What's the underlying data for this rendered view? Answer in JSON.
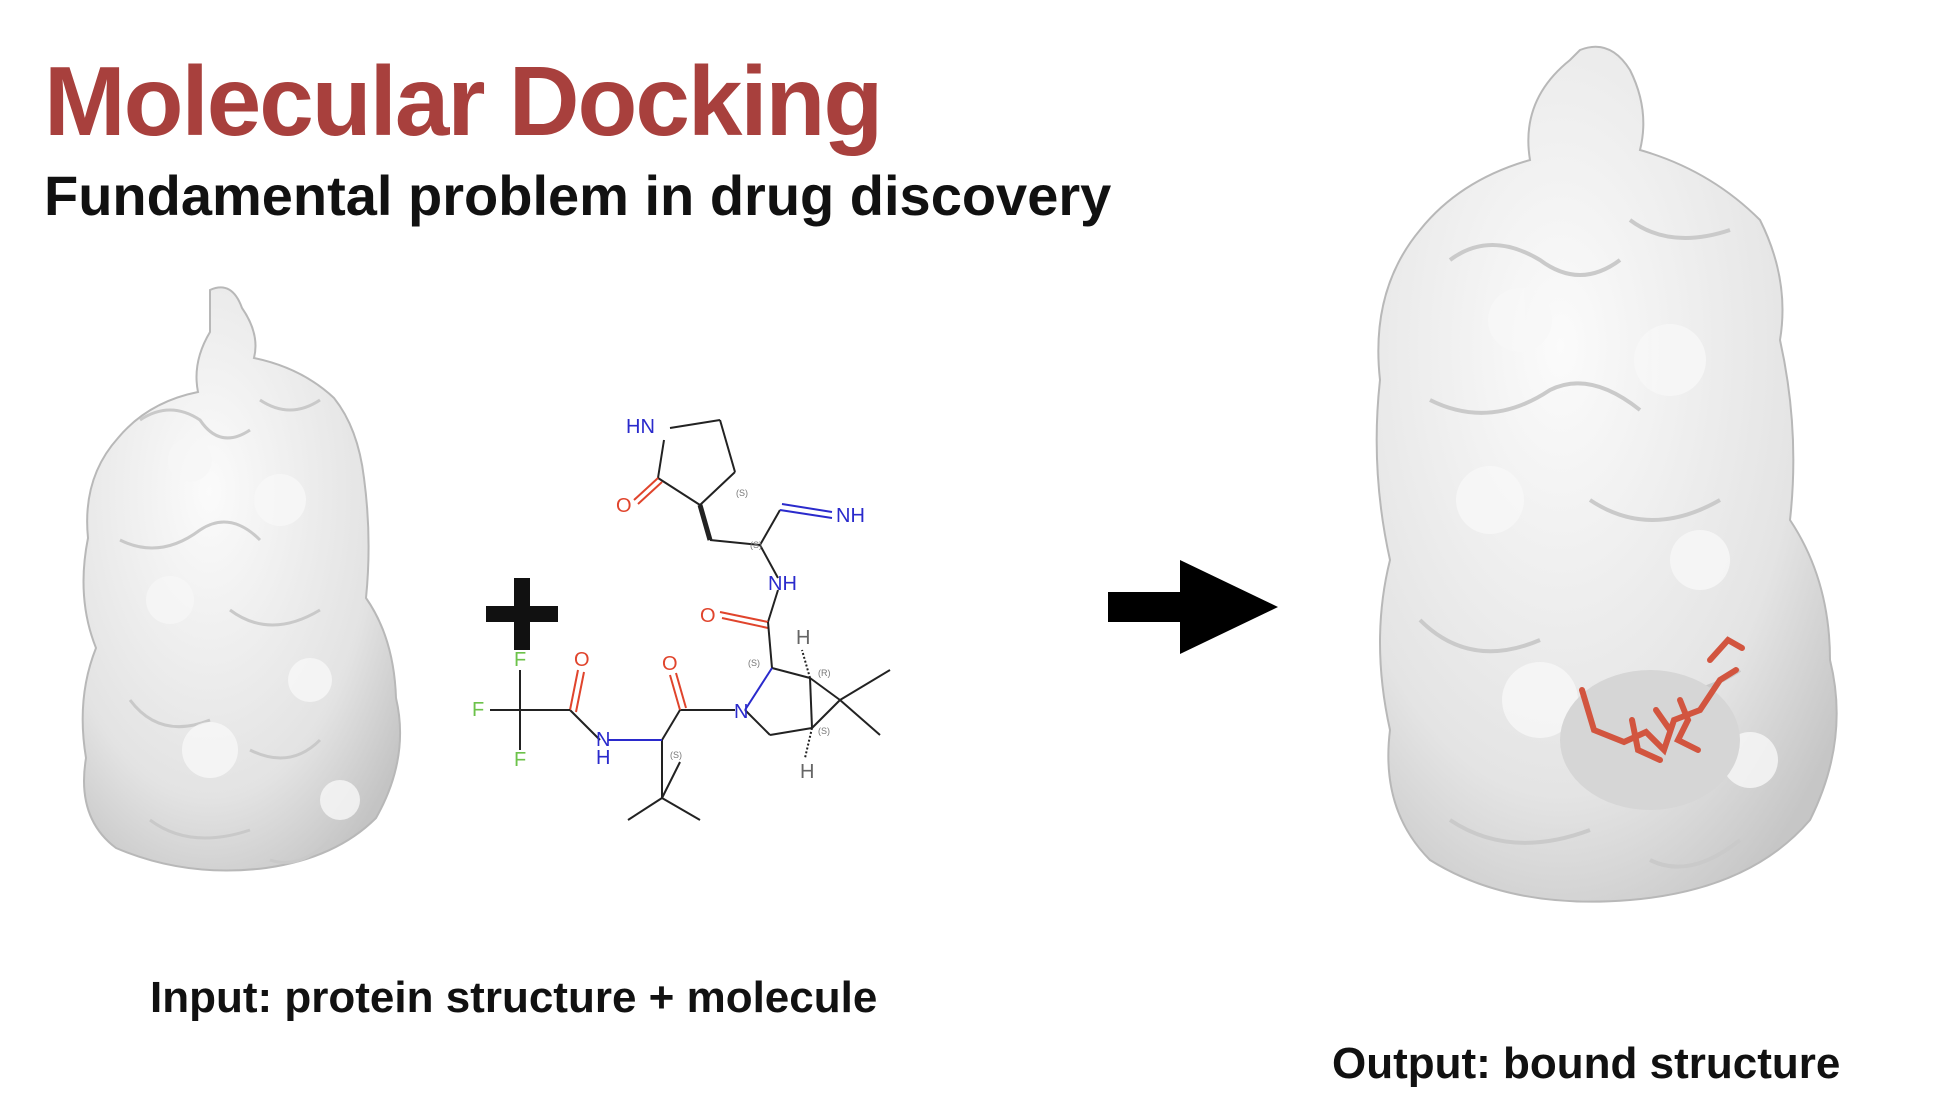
{
  "heading": {
    "title": "Molecular Docking",
    "subtitle": "Fundamental problem in drug discovery"
  },
  "captions": {
    "input": "Input: protein structure + molecule",
    "output": "Output: bound structure"
  },
  "molecule": {
    "atom_labels": {
      "hn": "HN",
      "o_lactam": "O",
      "nh_imine": "NH",
      "nh_amide": "NH",
      "o_amide": "O",
      "n_ring": "N",
      "h_top": "H",
      "h_bottom": "H",
      "f1": "F",
      "f2": "F",
      "f3": "F",
      "o_tfa": "O",
      "o_acyl": "O",
      "nh_tfa": "N",
      "nh_tfa_h": "H"
    },
    "stereo_labels": {
      "s1": "(S)",
      "s2": "(S)",
      "s3": "(S)",
      "r1": "(R)",
      "s4": "(S)",
      "s5": "(S)"
    }
  },
  "colors": {
    "title": "#a8403d",
    "text": "#111111",
    "oxygen": "#e0442c",
    "nitrogen": "#2a2acc",
    "fluorine": "#6cc24a",
    "ligand": "#d2553f",
    "protein_fill": "#ececec",
    "arrow": "#000000"
  },
  "icons": {
    "plus": "plus-icon",
    "arrow": "right-arrow-icon"
  }
}
